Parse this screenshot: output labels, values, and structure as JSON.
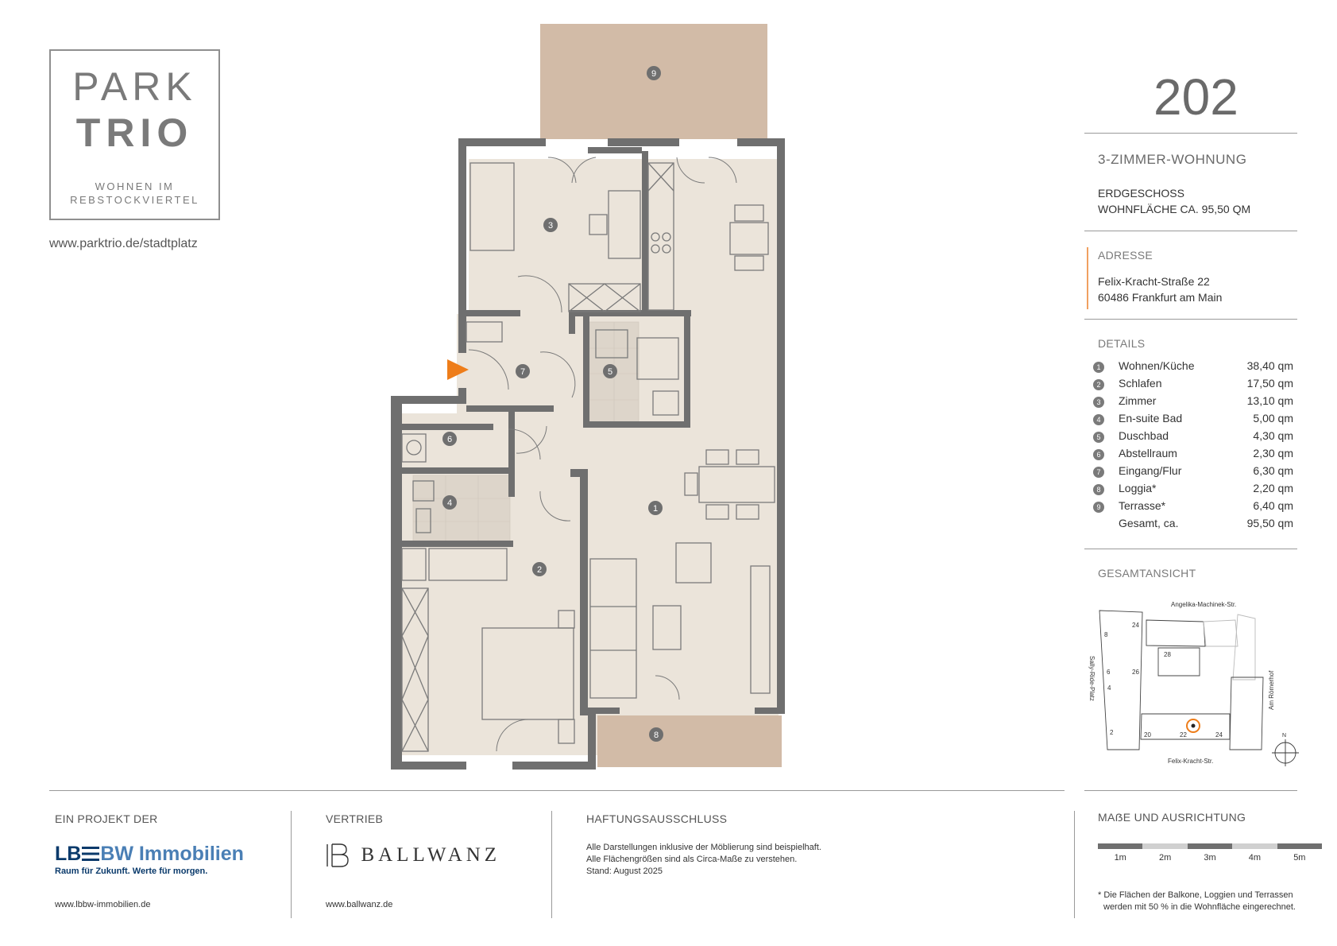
{
  "logo": {
    "line1": "PARK",
    "line2": "TRIO",
    "sub1": "WOHNEN IM",
    "sub2": "REBSTOCKVIERTEL"
  },
  "website": "www.parktrio.de/stadtplatz",
  "unit": {
    "number": "202",
    "type": "3-ZIMMER-WOHNUNG",
    "floor": "ERDGESCHOSS",
    "area": "WOHNFLÄCHE CA. 95,50 QM"
  },
  "address": {
    "label": "ADRESSE",
    "line1": "Felix-Kracht-Straße 22",
    "line2": "60486 Frankfurt am Main"
  },
  "details": {
    "label": "DETAILS",
    "rooms": [
      {
        "n": "1",
        "name": "Wohnen/Küche",
        "area": "38,40 qm"
      },
      {
        "n": "2",
        "name": "Schlafen",
        "area": "17,50 qm"
      },
      {
        "n": "3",
        "name": "Zimmer",
        "area": "13,10 qm"
      },
      {
        "n": "4",
        "name": "En-suite Bad",
        "area": "5,00 qm"
      },
      {
        "n": "5",
        "name": "Duschbad",
        "area": "4,30 qm"
      },
      {
        "n": "6",
        "name": "Abstellraum",
        "area": "2,30 qm"
      },
      {
        "n": "7",
        "name": "Eingang/Flur",
        "area": "6,30 qm"
      },
      {
        "n": "8",
        "name": "Loggia*",
        "area": "2,20 qm"
      },
      {
        "n": "9",
        "name": "Terrasse*",
        "area": "6,40 qm"
      }
    ],
    "total_label": "Gesamt, ca.",
    "total_area": "95,50 qm"
  },
  "site_plan": {
    "label": "GESAMTANSICHT",
    "street_top": "Angelika-Machinek-Str.",
    "street_left": "Sally-Ride-Platz",
    "street_right": "Am Römerhof",
    "street_bottom": "Felix-Kracht-Str.",
    "numbers": [
      "24",
      "8",
      "28",
      "6",
      "26",
      "4",
      "2",
      "20",
      "22",
      "24"
    ],
    "compass": "N"
  },
  "plan_labels": [
    "9",
    "3",
    "7",
    "5",
    "6",
    "4",
    "1",
    "2",
    "8"
  ],
  "footer": {
    "project_label": "EIN PROJEKT DER",
    "lbbw_name_left": "LB",
    "lbbw_name_right": "BW Immobilien",
    "lbbw_tagline": "Raum für Zukunft. Werte für morgen.",
    "lbbw_url": "www.lbbw-immobilien.de",
    "sales_label": "VERTRIEB",
    "ballwanz_name": "BALLWANZ",
    "ballwanz_url": "www.ballwanz.de",
    "disclaimer_label": "HAFTUNGSAUSSCHLUSS",
    "disclaimer_lines": [
      "Alle Darstellungen inklusive der Möblierung sind beispielhaft.",
      "Alle Flächengrößen sind als Circa-Maße zu verstehen.",
      "Stand: August 2025"
    ],
    "scale_label": "MAẞE UND AUSRICHTUNG",
    "scale_ticks": [
      "1m",
      "2m",
      "3m",
      "4m",
      "5m"
    ],
    "footnote_line1": "* Die Flächen der Balkone, Loggien und Terrassen",
    "footnote_line2": "werden mit 50 % in die Wohnfläche eingerechnet."
  },
  "colors": {
    "accent": "#ee7d1a",
    "floor": "#ebe4da",
    "terrace": "#d2bba7",
    "wall": "#6f6f6f"
  }
}
